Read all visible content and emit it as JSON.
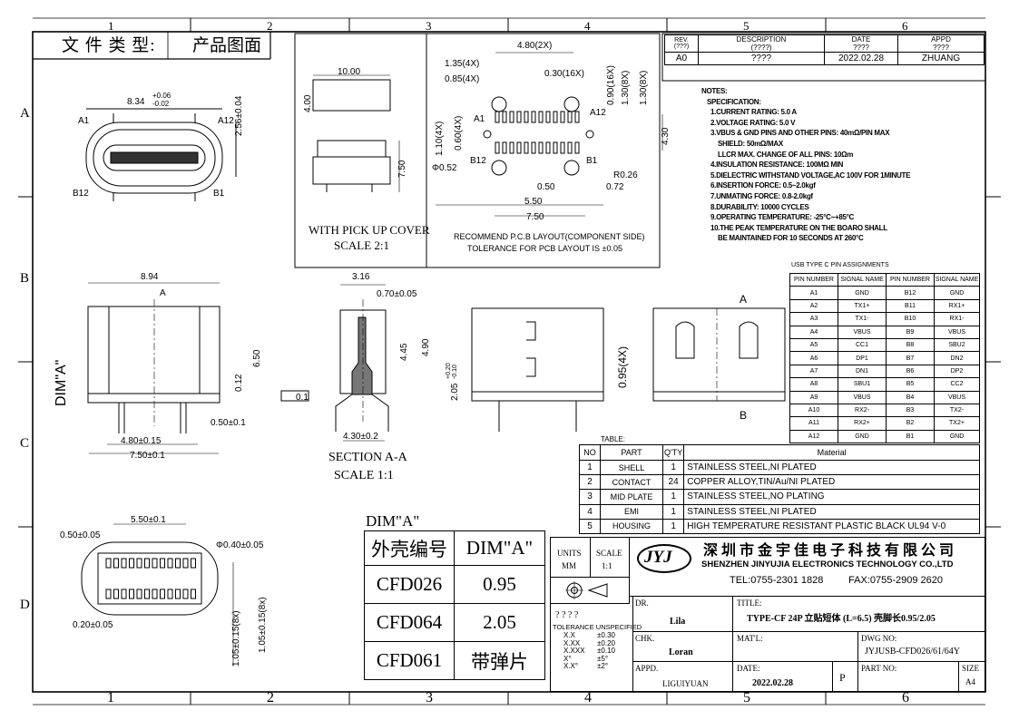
{
  "title_box": {
    "label": "文 件 类 型:",
    "value": "产品图面"
  },
  "grid": {
    "columns": [
      "1",
      "2",
      "3",
      "4",
      "5",
      "6"
    ],
    "rows": [
      "A",
      "B",
      "C",
      "D"
    ]
  },
  "revision": {
    "headers": [
      "REV.\n(???)",
      "DESCRIPTION\n(????)",
      "DATE\n????",
      "APPD\n????"
    ],
    "row": [
      "A0",
      "????",
      "2022.02.28",
      "ZHUANG"
    ]
  },
  "notes": {
    "title": "NOTES:",
    "lines": [
      "SPECIFICATION:",
      "1.CURRENT RATING: 5.0 A",
      "2.VOLTAGE RATING: 5.0 V",
      "3.VBUS & GND PINS AND OTHER PINS: 40mΩ/PIN MAX",
      "SHIELD: 50mΩ/MAX",
      "LLCR MAX. CHANGE OF ALL PINS: 10Ωm",
      "4.INSULATION RESISTANCE:  100MΩ MIN",
      "5.DIELECTRIC WITHSTAND VOLTAGE,AC 100V FOR 1MINUTE",
      "6.INSERTION FORCE: 0.5~2.0kgf",
      "7.UNMATING FORCE: 0.8-2.0kgf",
      "8.DURABILITY: 10000 CYCLES",
      "9.OPERATING TEMPERATURE: -25°C~+85°C",
      "10.THE PEAK TEMPERATURE ON THE BOARO SHALL",
      "BE MAINTAINED FOR 10 SECONDS AT 260°C"
    ]
  },
  "pin_table": {
    "title": "USB TYPE C PIN ASSIGNMENTS",
    "headers": [
      "PIN NUMBER",
      "SIGNAL NAME",
      "PIN NUMBER",
      "SIGNAL NAME"
    ],
    "rows": [
      [
        "A1",
        "GND",
        "B12",
        "GND"
      ],
      [
        "A2",
        "TX1+",
        "B11",
        "RX1+"
      ],
      [
        "A3",
        "TX1-",
        "B10",
        "RX1-"
      ],
      [
        "A4",
        "VBUS",
        "B9",
        "VBUS"
      ],
      [
        "A5",
        "CC1",
        "B8",
        "SBU2"
      ],
      [
        "A6",
        "DP1",
        "B7",
        "DN2"
      ],
      [
        "A7",
        "DN1",
        "B6",
        "DP2"
      ],
      [
        "A8",
        "SBU1",
        "B5",
        "CC2"
      ],
      [
        "A9",
        "VBUS",
        "B4",
        "VBUS"
      ],
      [
        "A10",
        "RX2-",
        "B3",
        "TX2-"
      ],
      [
        "A11",
        "RX2+",
        "B2",
        "TX2+"
      ],
      [
        "A12",
        "GND",
        "B1",
        "GND"
      ]
    ]
  },
  "material_table": {
    "title": "TABLE:",
    "headers": [
      "NO",
      "PART",
      "Q'TY",
      "Material"
    ],
    "rows": [
      [
        "1",
        "SHELL",
        "1",
        "STAINLESS STEEL,NI PLATED"
      ],
      [
        "2",
        "CONTACT",
        "24",
        "COPPER ALLOY,TIN/Au/NI PLATED"
      ],
      [
        "3",
        "MID PLATE",
        "1",
        "STAINLESS STEEL,NO PLATING"
      ],
      [
        "4",
        "EMI",
        "1",
        "STAINLESS STEEL,NI PLATED"
      ],
      [
        "5",
        "HOUSING",
        "1",
        "HIGH TEMPERATURE RESISTANT PLASTIC BLACK UL94 V-0"
      ]
    ]
  },
  "dim_table": {
    "title": "DIM\"A\"",
    "headers": [
      "外壳编号",
      "DIM\"A\""
    ],
    "rows": [
      [
        "CFD026",
        "0.95"
      ],
      [
        "CFD064",
        "2.05"
      ],
      [
        "CFD061",
        "带弹片"
      ]
    ]
  },
  "title_block": {
    "units_label": "UNITS",
    "units_value": "MM",
    "scale_label": "SCALE",
    "scale_value": "1:1",
    "logo": "JYJ",
    "company_cn": "深 圳 市 金 宇 佳 电 子 科 技 有 限 公 司",
    "company_en": "SHENZHEN JINYUJIA ELECTRONICS TECHNOLOGY CO.,LTD",
    "tel": "TEL:0755-2301 1828",
    "fax": "FAX:0755-2909 2620",
    "tol_marks": "? ? ? ?",
    "tol_label": "TOLERANCE UNSPECIFIED",
    "tol_rows": [
      [
        "X.X",
        "±0.30"
      ],
      [
        "X.XX",
        "±0.20"
      ],
      [
        "X.XXX",
        "±0.10"
      ],
      [
        "X°",
        "±5°"
      ],
      [
        "X.X°",
        "±2°"
      ]
    ],
    "dr_label": "DR.",
    "dr_value": "Lila",
    "chk_label": "CHK.",
    "chk_value": "Loran",
    "appd_label": "APPD.",
    "appd_value": "LIGUIYUAN",
    "title_label": "TITLE:",
    "title_value": "TYPE-CF 24P 立贴短体 (L=6.5) 壳脚长0.95/2.05",
    "matl_label": "MAT'L:",
    "dwg_label": "DWG NO:",
    "dwg_value": "JYJUSB-CFD026/61/64Y",
    "date_label": "DATE:",
    "date_value": "2022.02.28",
    "p_mark": "P",
    "part_label": "PART NO:",
    "size_label": "SIZE",
    "size_value": "A4"
  },
  "views": {
    "front_dims": [
      "8.34",
      "+0.06",
      "-0.02",
      "2.56±0.04",
      "A1",
      "A12",
      "B12",
      "B1"
    ],
    "cover": {
      "width": "10.00",
      "height": "4.00",
      "depth": "7.50",
      "caption": "WITH PICK UP COVER",
      "scale": "SCALE 2:1"
    },
    "pcb": {
      "dims": [
        "4.80(2X)",
        "1.35(4X)",
        "0.85(4X)",
        "0.30(16X)",
        "0.90(16X)",
        "1.30(8X)",
        "1.30(8X)",
        "1.10(4X)",
        "0.60(4X)",
        "Φ0.52",
        "R0.26",
        "0.50",
        "0.72",
        "5.50",
        "7.50",
        "4.30"
      ],
      "labels": [
        "A1",
        "A12",
        "B12",
        "B1"
      ],
      "caption": "RECOMMEND P.C.B LAYOUT(COMPONENT SIDE)",
      "tolerance": "TOLERANCE FOR PCB LAYOUT IS ±0.05"
    },
    "side": {
      "dims": [
        "8.94",
        "6.50",
        "0.12",
        "0.50±0.1",
        "4.80±0.15",
        "7.50±0.1",
        "0.1"
      ],
      "dim_label": "DIM\"A\"",
      "section": "A"
    },
    "section": {
      "dims": [
        "3.16",
        "0.70±0.05",
        "4.45",
        "4.90",
        "2.05",
        "+0.20",
        "-0.10",
        "4.30±0.2"
      ],
      "caption": "SECTION A-A",
      "scale": "SCALE 1:1"
    },
    "rear": {
      "dims": [
        "0.95(4X)"
      ],
      "labels": [
        "A",
        "B"
      ]
    },
    "bottom": {
      "dims": [
        "5.50±0.1",
        "0.50±0.05",
        "Φ0.40±0.05",
        "0.20±0.05",
        "1.05±0.15(8x)",
        "1.05±0.15(8x)"
      ]
    }
  }
}
